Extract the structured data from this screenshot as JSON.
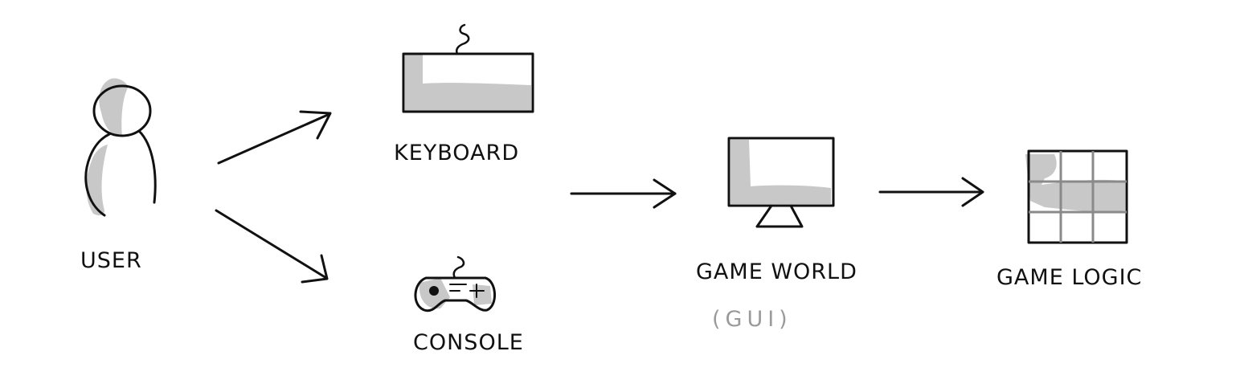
{
  "colors": {
    "ink": "#111111",
    "shade": "#c8c8c8",
    "muted": "#9a9a9a",
    "background": "#ffffff"
  },
  "nodes": {
    "user": {
      "label": "USER",
      "icon": "person-icon"
    },
    "keyboard": {
      "label": "KEYBOARD",
      "icon": "keyboard-icon"
    },
    "console": {
      "label": "CONSOLE",
      "icon": "gamepad-icon"
    },
    "game_world": {
      "label": "GAME WORLD",
      "sublabel": "(GUI)",
      "icon": "monitor-icon"
    },
    "game_logic": {
      "label": "GAME LOGIC",
      "icon": "grid-icon"
    }
  },
  "edges": [
    {
      "from": "user",
      "to": "keyboard"
    },
    {
      "from": "user",
      "to": "console"
    },
    {
      "from": "input-devices",
      "to": "game_world"
    },
    {
      "from": "game_world",
      "to": "game_logic"
    }
  ]
}
